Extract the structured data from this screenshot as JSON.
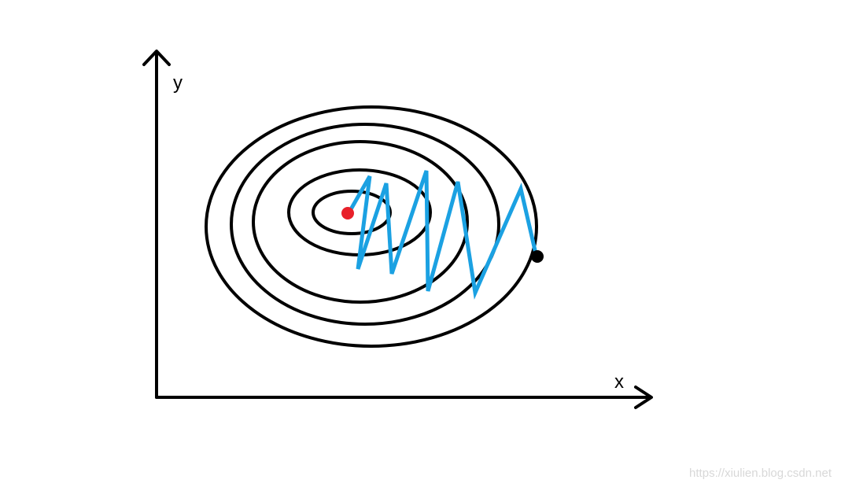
{
  "labels": {
    "y_axis": "y",
    "x_axis": "x",
    "watermark": "https://xiulien.blog.csdn.net"
  },
  "colors": {
    "background": "#ffffff",
    "axes": "#000000",
    "contours": "#000000",
    "path": "#1ba1e2",
    "minimum_point": "#e8202a",
    "start_point": "#000000",
    "watermark": "#d8d8d8"
  },
  "diagram": {
    "contour_count": 5,
    "path_zigzag_turns": 10
  }
}
